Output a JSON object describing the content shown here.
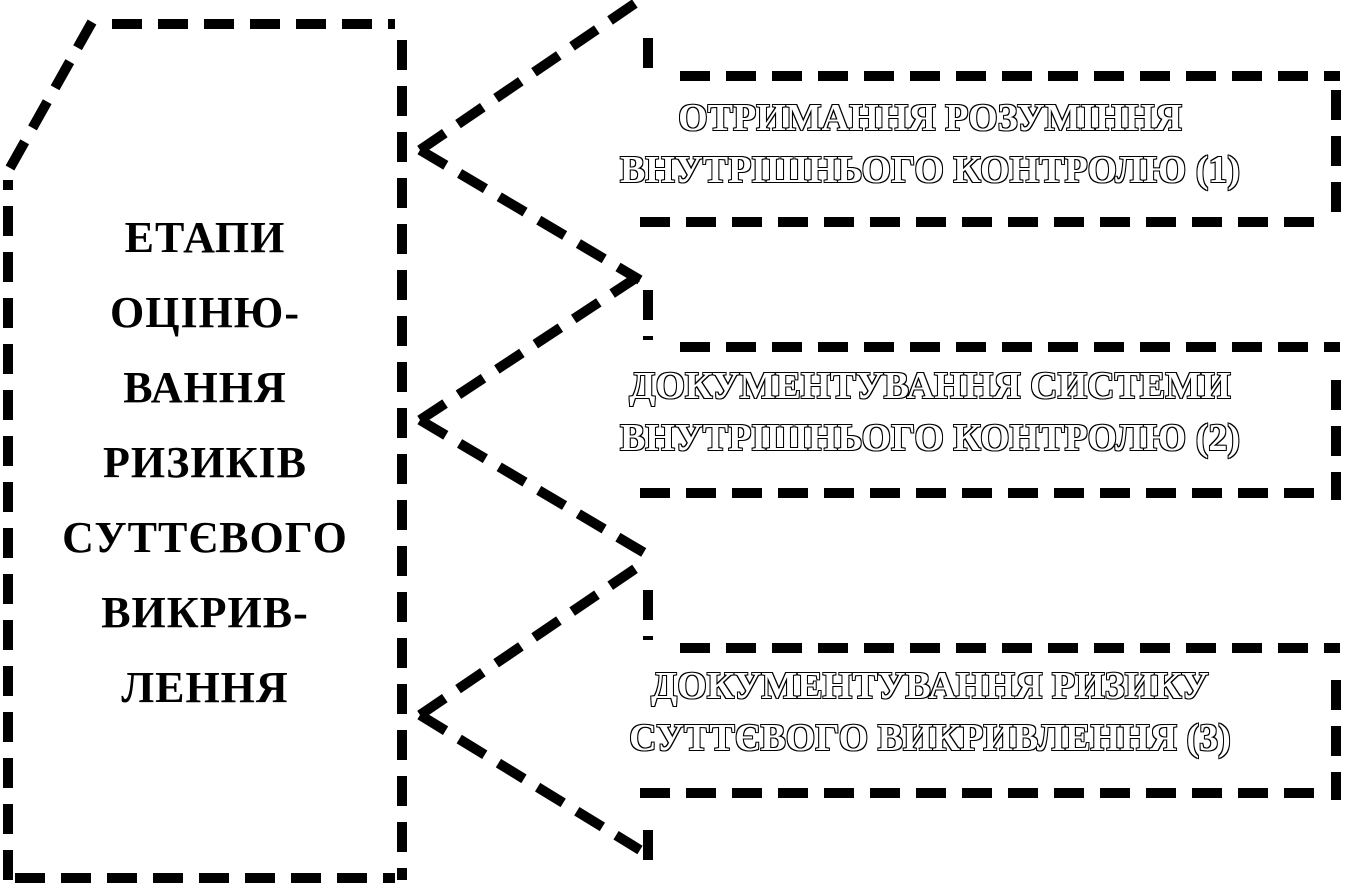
{
  "diagram": {
    "stages_label": {
      "lines": [
        "ЕТАПИ",
        "ОЦІНЮ-",
        "ВАННЯ",
        "РИЗИКІВ",
        "СУТТЄВОГО",
        "ВИКРИВ-",
        "ЛЕННЯ"
      ]
    },
    "stages": [
      {
        "lines": [
          "ОТРИМАННЯ РОЗУМІННЯ",
          "ВНУТРІШНЬОГО КОНТРОЛЮ (1)"
        ]
      },
      {
        "lines": [
          "ДОКУМЕНТУВАННЯ СИСТЕМИ",
          "ВНУТРІШНЬОГО КОНТРОЛЮ (2)"
        ]
      },
      {
        "lines": [
          "ДОКУМЕНТУВАННЯ РИЗИКУ",
          "СУТТЄВОГО ВИКРИВЛЕННЯ (3)"
        ]
      }
    ],
    "line_color": "#000000",
    "background_color": "#ffffff"
  }
}
